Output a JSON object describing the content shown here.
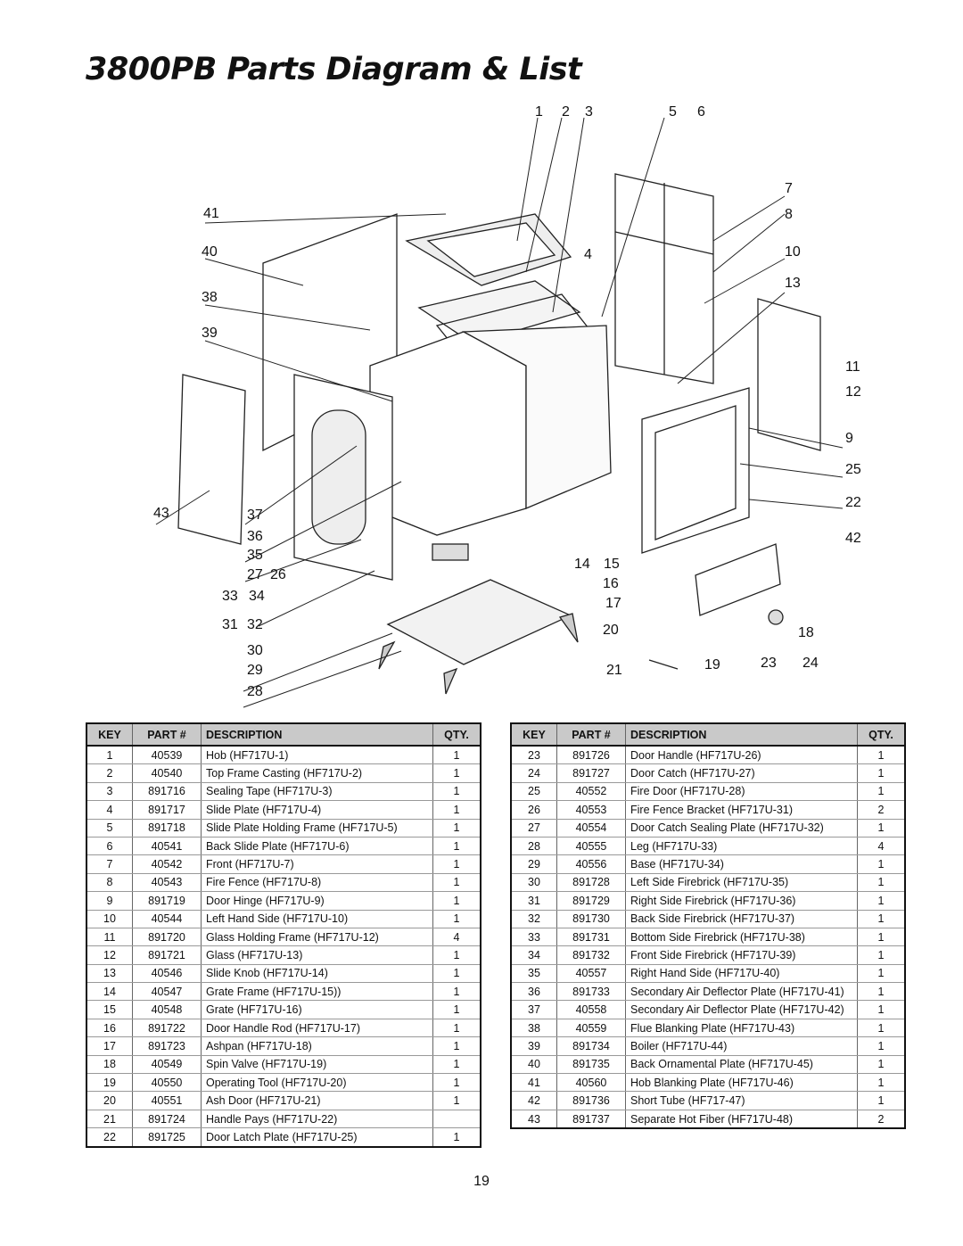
{
  "title": "3800PB Parts Diagram & List",
  "page_number": "19",
  "diagram_callouts": [
    "1",
    "2",
    "3",
    "5",
    "6",
    "7",
    "41",
    "8",
    "40",
    "4",
    "10",
    "38",
    "13",
    "39",
    "11",
    "12",
    "9",
    "25",
    "43",
    "37",
    "22",
    "36",
    "42",
    "35",
    "14",
    "15",
    "27",
    "26",
    "16",
    "33",
    "34",
    "17",
    "31",
    "32",
    "20",
    "18",
    "30",
    "29",
    "21",
    "19",
    "23",
    "24",
    "28"
  ],
  "table_headers": {
    "key": "KEY",
    "part": "PART #",
    "description": "DESCRIPTION",
    "qty": "QTY."
  },
  "left_rows": [
    {
      "key": "1",
      "part": "40539",
      "desc": "Hob (HF717U-1)",
      "qty": "1"
    },
    {
      "key": "2",
      "part": "40540",
      "desc": "Top Frame Casting (HF717U-2)",
      "qty": "1"
    },
    {
      "key": "3",
      "part": "891716",
      "desc": "Sealing Tape (HF717U-3)",
      "qty": "1"
    },
    {
      "key": "4",
      "part": "891717",
      "desc": "Slide Plate (HF717U-4)",
      "qty": "1"
    },
    {
      "key": "5",
      "part": "891718",
      "desc": "Slide Plate Holding Frame (HF717U-5)",
      "qty": "1"
    },
    {
      "key": "6",
      "part": "40541",
      "desc": "Back Slide Plate (HF717U-6)",
      "qty": "1"
    },
    {
      "key": "7",
      "part": "40542",
      "desc": "Front (HF717U-7)",
      "qty": "1"
    },
    {
      "key": "8",
      "part": "40543",
      "desc": "Fire Fence (HF717U-8)",
      "qty": "1"
    },
    {
      "key": "9",
      "part": "891719",
      "desc": "Door Hinge (HF717U-9)",
      "qty": "1"
    },
    {
      "key": "10",
      "part": "40544",
      "desc": "Left Hand Side (HF717U-10)",
      "qty": "1"
    },
    {
      "key": "11",
      "part": "891720",
      "desc": "Glass Holding Frame (HF717U-12)",
      "qty": "4"
    },
    {
      "key": "12",
      "part": "891721",
      "desc": "Glass (HF717U-13)",
      "qty": "1"
    },
    {
      "key": "13",
      "part": "40546",
      "desc": "Slide Knob (HF717U-14)",
      "qty": "1"
    },
    {
      "key": "14",
      "part": "40547",
      "desc": "Grate Frame (HF717U-15))",
      "qty": "1"
    },
    {
      "key": "15",
      "part": "40548",
      "desc": "Grate (HF717U-16)",
      "qty": "1"
    },
    {
      "key": "16",
      "part": "891722",
      "desc": "Door Handle Rod (HF717U-17)",
      "qty": "1"
    },
    {
      "key": "17",
      "part": "891723",
      "desc": "Ashpan (HF717U-18)",
      "qty": "1"
    },
    {
      "key": "18",
      "part": "40549",
      "desc": "Spin Valve (HF717U-19)",
      "qty": "1"
    },
    {
      "key": "19",
      "part": "40550",
      "desc": "Operating Tool (HF717U-20)",
      "qty": "1"
    },
    {
      "key": "20",
      "part": "40551",
      "desc": "Ash Door (HF717U-21)",
      "qty": "1"
    },
    {
      "key": "21",
      "part": "891724",
      "desc": "Handle Pays (HF717U-22)",
      "qty": ""
    },
    {
      "key": "22",
      "part": "891725",
      "desc": "Door Latch Plate (HF717U-25)",
      "qty": "1"
    }
  ],
  "right_rows": [
    {
      "key": "23",
      "part": "891726",
      "desc": "Door Handle (HF717U-26)",
      "qty": "1"
    },
    {
      "key": "24",
      "part": "891727",
      "desc": "Door Catch (HF717U-27)",
      "qty": "1"
    },
    {
      "key": "25",
      "part": "40552",
      "desc": "Fire Door (HF717U-28)",
      "qty": "1"
    },
    {
      "key": "26",
      "part": "40553",
      "desc": "Fire Fence Bracket (HF717U-31)",
      "qty": "2"
    },
    {
      "key": "27",
      "part": "40554",
      "desc": "Door Catch Sealing Plate (HF717U-32)",
      "qty": "1"
    },
    {
      "key": "28",
      "part": "40555",
      "desc": "Leg (HF717U-33)",
      "qty": "4"
    },
    {
      "key": "29",
      "part": "40556",
      "desc": "Base (HF717U-34)",
      "qty": "1"
    },
    {
      "key": "30",
      "part": "891728",
      "desc": "Left Side Firebrick (HF717U-35)",
      "qty": "1"
    },
    {
      "key": "31",
      "part": "891729",
      "desc": "Right Side Firebrick (HF717U-36)",
      "qty": "1"
    },
    {
      "key": "32",
      "part": "891730",
      "desc": "Back Side Firebrick (HF717U-37)",
      "qty": "1"
    },
    {
      "key": "33",
      "part": "891731",
      "desc": "Bottom Side Firebrick (HF717U-38)",
      "qty": "1"
    },
    {
      "key": "34",
      "part": "891732",
      "desc": "Front Side Firebrick (HF717U-39)",
      "qty": "1"
    },
    {
      "key": "35",
      "part": "40557",
      "desc": "Right Hand Side (HF717U-40)",
      "qty": "1"
    },
    {
      "key": "36",
      "part": "891733",
      "desc": "Secondary Air Deflector Plate (HF717U-41)",
      "qty": "1"
    },
    {
      "key": "37",
      "part": "40558",
      "desc": "Secondary Air Deflector Plate (HF717U-42)",
      "qty": "1"
    },
    {
      "key": "38",
      "part": "40559",
      "desc": "Flue Blanking Plate (HF717U-43)",
      "qty": "1"
    },
    {
      "key": "39",
      "part": "891734",
      "desc": "Boiler (HF717U-44)",
      "qty": "1"
    },
    {
      "key": "40",
      "part": "891735",
      "desc": "Back Ornamental Plate (HF717U-45)",
      "qty": "1"
    },
    {
      "key": "41",
      "part": "40560",
      "desc": "Hob Blanking Plate (HF717U-46)",
      "qty": "1"
    },
    {
      "key": "42",
      "part": "891736",
      "desc": "Short Tube (HF717-47)",
      "qty": "1"
    },
    {
      "key": "43",
      "part": "891737",
      "desc": "Separate Hot Fiber (HF717U-48)",
      "qty": "2"
    }
  ]
}
